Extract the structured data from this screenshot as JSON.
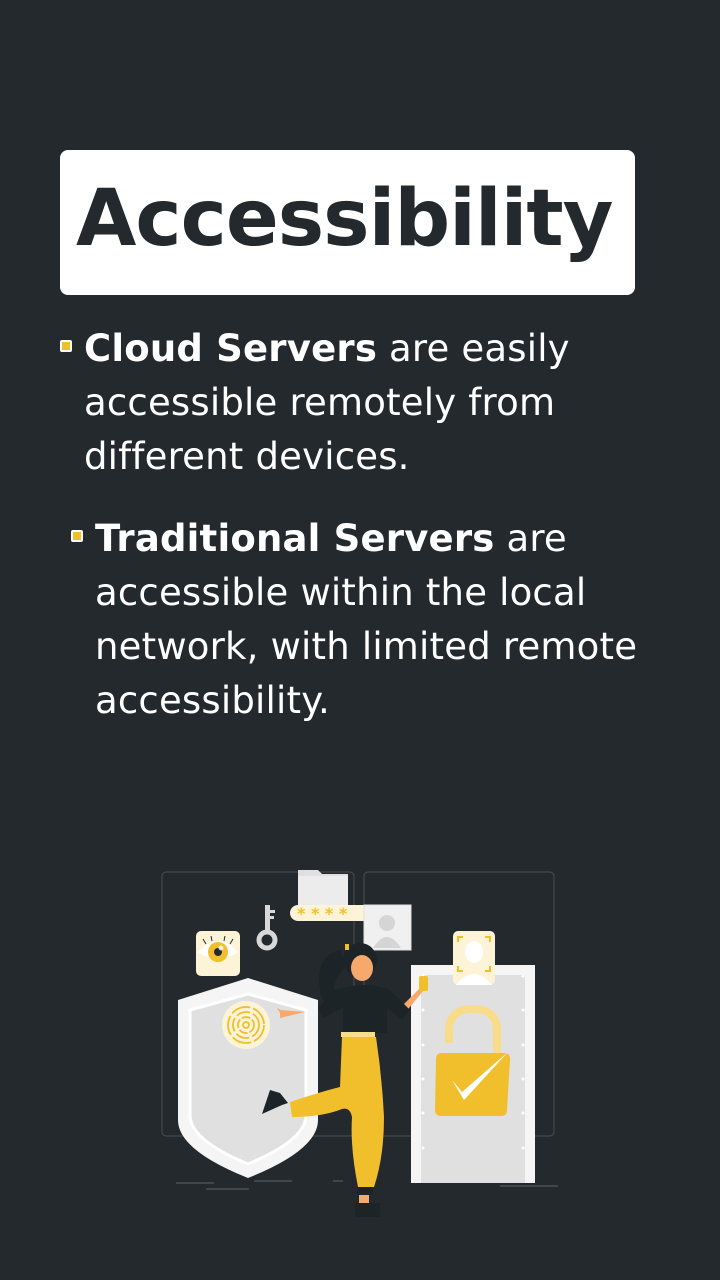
{
  "slide": {
    "title": "Accessibility",
    "bullets": [
      {
        "bold": "Cloud Servers",
        "text": " are easily accessible remotely from different devices."
      },
      {
        "bold": "Traditional Servers",
        "text": " are accessible within the local network, with limited remote accessibility."
      }
    ],
    "illustration": {
      "description": "Woman unlocking secure door with shield, fingerprint, eye scan, key, password and face ID icons",
      "password_mask": "* * * *",
      "icons": [
        "eye-scan-icon",
        "key-icon",
        "folder-icon",
        "password-field",
        "profile-photo-icon",
        "face-id-icon",
        "shield-icon",
        "fingerprint-icon",
        "padlock-check-icon"
      ]
    }
  },
  "colors": {
    "background": "#24292d",
    "title_box": "#ffffff",
    "title_text": "#24292d",
    "body_text": "#ffffff",
    "accent_yellow": "#f1bf2b",
    "light_gray": "#e0e0e0",
    "off_white": "#f5f5f5",
    "cream": "#fdf3d6",
    "skin": "#f7a96b"
  }
}
